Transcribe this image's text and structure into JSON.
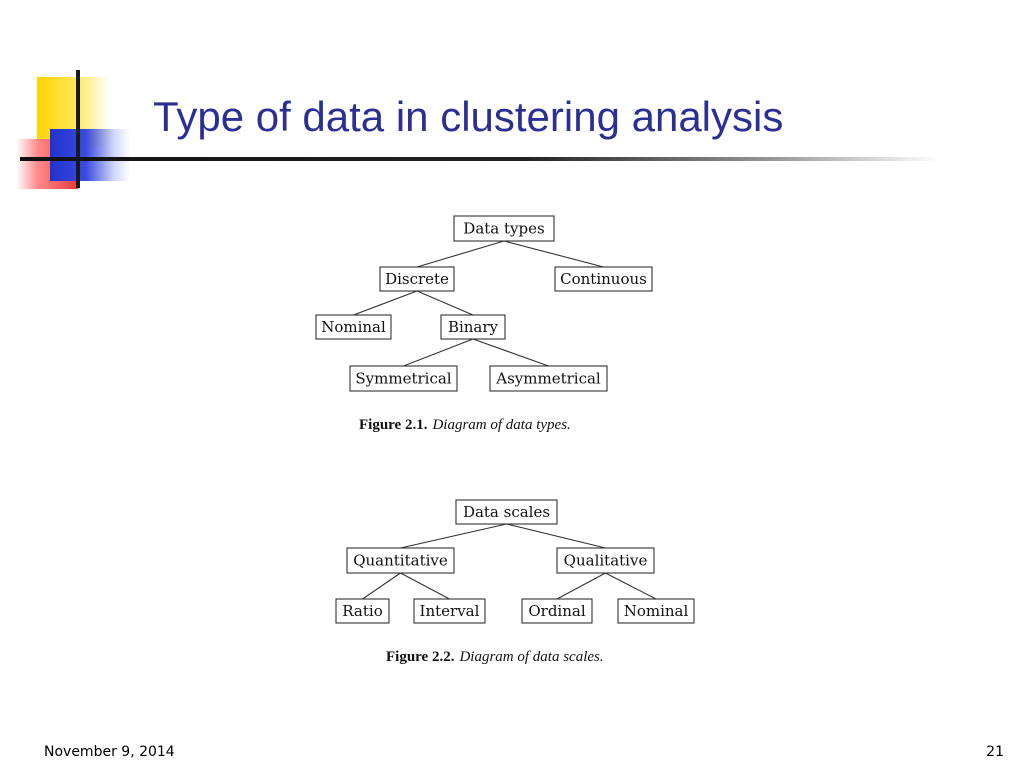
{
  "slide": {
    "title": "Type of data in clustering analysis",
    "footer_date": "November 9, 2014",
    "page_number": "21"
  },
  "figures": [
    {
      "caption_number": "Figure 2.1.",
      "caption_text": "Diagram of data types.",
      "nodes": [
        {
          "id": "data-types",
          "label": "Data types"
        },
        {
          "id": "discrete",
          "label": "Discrete"
        },
        {
          "id": "continuous",
          "label": "Continuous"
        },
        {
          "id": "nominal",
          "label": "Nominal"
        },
        {
          "id": "binary",
          "label": "Binary"
        },
        {
          "id": "symmetrical",
          "label": "Symmetrical"
        },
        {
          "id": "asymmetrical",
          "label": "Asymmetrical"
        }
      ],
      "edges": [
        [
          "data-types",
          "discrete"
        ],
        [
          "data-types",
          "continuous"
        ],
        [
          "discrete",
          "nominal"
        ],
        [
          "discrete",
          "binary"
        ],
        [
          "binary",
          "symmetrical"
        ],
        [
          "binary",
          "asymmetrical"
        ]
      ]
    },
    {
      "caption_number": "Figure 2.2.",
      "caption_text": "Diagram of data scales.",
      "nodes": [
        {
          "id": "data-scales",
          "label": "Data scales"
        },
        {
          "id": "quantitative",
          "label": "Quantitative"
        },
        {
          "id": "qualitative",
          "label": "Qualitative"
        },
        {
          "id": "ratio",
          "label": "Ratio"
        },
        {
          "id": "interval",
          "label": "Interval"
        },
        {
          "id": "ordinal",
          "label": "Ordinal"
        },
        {
          "id": "nominal-2",
          "label": "Nominal"
        }
      ],
      "edges": [
        [
          "data-scales",
          "quantitative"
        ],
        [
          "data-scales",
          "qualitative"
        ],
        [
          "quantitative",
          "ratio"
        ],
        [
          "quantitative",
          "interval"
        ],
        [
          "qualitative",
          "ordinal"
        ],
        [
          "qualitative",
          "nominal-2"
        ]
      ]
    }
  ]
}
